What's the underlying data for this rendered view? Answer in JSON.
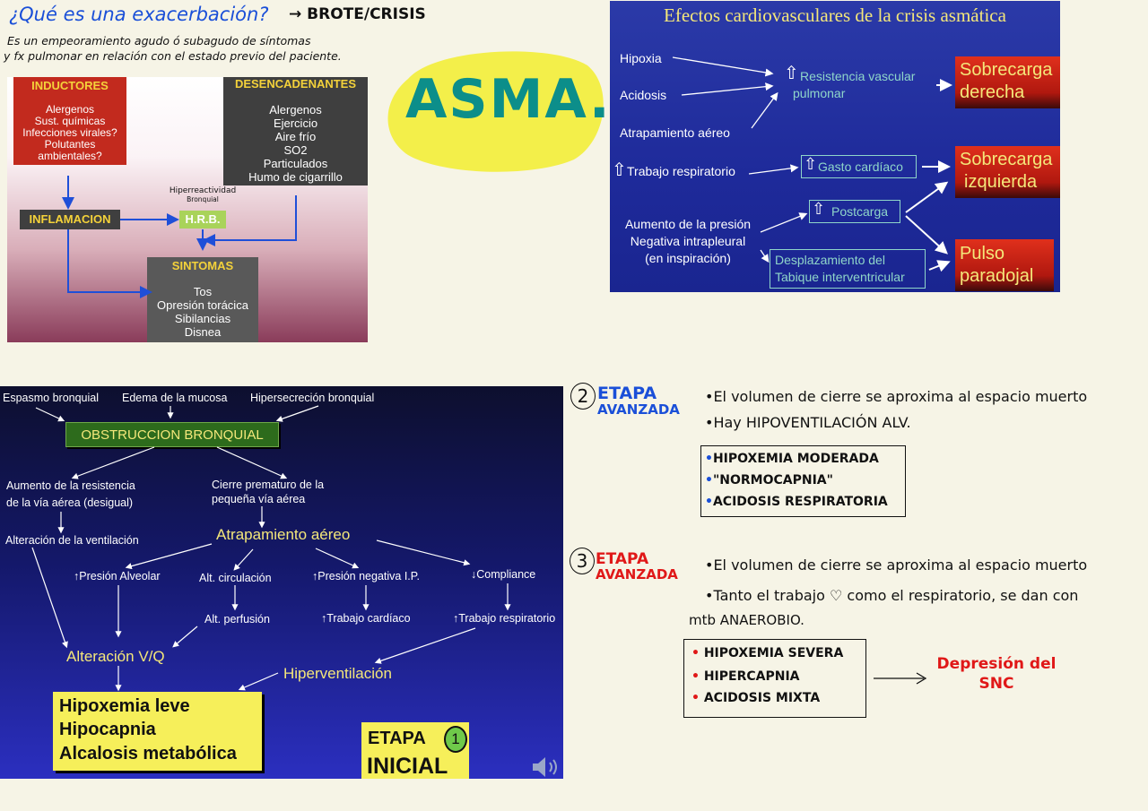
{
  "header": {
    "question": "¿Qué es una exacerbación?",
    "arrow_text": "→ BROTE/CRISIS",
    "definition_line1": "Es un empeoramiento agudo ó subagudo de síntomas",
    "definition_line2": "y fx pulmonar en relación con el estado previo del paciente."
  },
  "title_badge": {
    "text": "ASMA."
  },
  "triggers_diagram": {
    "inductores": {
      "title": "INDUCTORES",
      "items": [
        "Alergenos",
        "Sust. químicas",
        "Infecciones virales?",
        "Polutantes",
        "ambientales?"
      ]
    },
    "desencadenantes": {
      "title": "DESENCADENANTES",
      "items": [
        "Alergenos",
        "Ejercicio",
        "Aire frío",
        "SO2",
        "Particulados",
        "Humo de cigarrillo"
      ]
    },
    "inflamacion": "INFLAMACION",
    "hrb": "H.R.B.",
    "hrb_note_line1": "Hiperreactividad",
    "hrb_note_line2": "Bronquial",
    "sintomas": {
      "title": "SINTOMAS",
      "items": [
        "Tos",
        "Opresión torácica",
        "Sibilancias",
        "Disnea"
      ]
    }
  },
  "cardio_slide": {
    "title": "Efectos cardiovasculares de la crisis asmática",
    "causes": [
      "Hipoxia",
      "Acidosis",
      "Atrapamiento aéreo"
    ],
    "resistencia_line1": "Resistencia vascular",
    "resistencia_line2": "pulmonar",
    "sobrecarga_derecha_line1": "Sobrecarga",
    "sobrecarga_derecha_line2": "derecha",
    "trabajo_respiratorio": "Trabajo respiratorio",
    "gasto_cardiaco": "Gasto cardíaco",
    "sobrecarga_izquierda_line1": "Sobrecarga",
    "sobrecarga_izquierda_line2": "izquierda",
    "presion_line1": "Aumento de la presión",
    "presion_line2": "Negativa intrapleural",
    "presion_line3": "(en inspiración)",
    "postcarga": "Postcarga",
    "desplazamiento_line1": "Desplazamiento del",
    "desplazamiento_line2": "Tabique interventricular",
    "pulso_line1": "Pulso",
    "pulso_line2": "paradojal"
  },
  "initial_slide": {
    "top_labels": [
      "Espasmo bronquial",
      "Edema de la mucosa",
      "Hipersecreción bronquial"
    ],
    "obstruccion": "OBSTRUCCION BRONQUIAL",
    "aumento_line1": "Aumento de la resistencia",
    "aumento_line2": "de la vía aérea (desigual)",
    "cierre_line1": "Cierre prematuro de la",
    "cierre_line2": "pequeña vía aérea",
    "alteracion_ventilacion": "Alteración de la ventilación",
    "atrapamiento": "Atrapamiento aéreo",
    "presion_alveolar": "Presión Alveolar",
    "alt_circulacion": "Alt. circulación",
    "presion_negativa": "Presión negativa I.P.",
    "compliance": "Compliance",
    "alt_perfusion": "Alt. perfusión",
    "trabajo_cardiaco": "Trabajo cardíaco",
    "trabajo_respiratorio": "Trabajo respiratorio",
    "alteracion_vq": "Alteración V/Q",
    "hiperventilacion": "Hiperventilación",
    "result_items": [
      "Hipoxemia leve",
      "Hipocapnia",
      "Alcalosis metabólica"
    ],
    "etapa_label": "ETAPA",
    "etapa_number": "1",
    "etapa_name": "INICIAL"
  },
  "stage2": {
    "number": "2",
    "label_line1": "ETAPA",
    "label_line2": "AVANZADA",
    "bullets": [
      "El volumen de cierre se aproxima al espacio muerto",
      "Hay HIPOVENTILACIÓN ALV."
    ],
    "box_items": [
      "Hipoxemia moderada",
      "\"Normocapnia\"",
      "Acidosis respiratoria"
    ]
  },
  "stage3": {
    "number": "3",
    "label_line1": "ETAPA",
    "label_line2": "AVANZADA",
    "bullet1": "El volumen de cierre se aproxima al espacio muerto",
    "bullet2_line1": "Tanto el trabajo ♡ como el respiratorio, se dan con",
    "bullet2_line2": "mtb ANAEROBIO.",
    "box_items": [
      "Hipoxemia severa",
      "Hipercapnia",
      "Acidosis mixta"
    ],
    "result_line1": "Depresión del",
    "result_line2": "SNC"
  },
  "colors": {
    "blue_ink": "#1a4fd8",
    "red_ink": "#e01818",
    "slide_blue": "#1e2c9c",
    "highlighter": "#f3ef4a",
    "teal": "#0c8e8a"
  }
}
